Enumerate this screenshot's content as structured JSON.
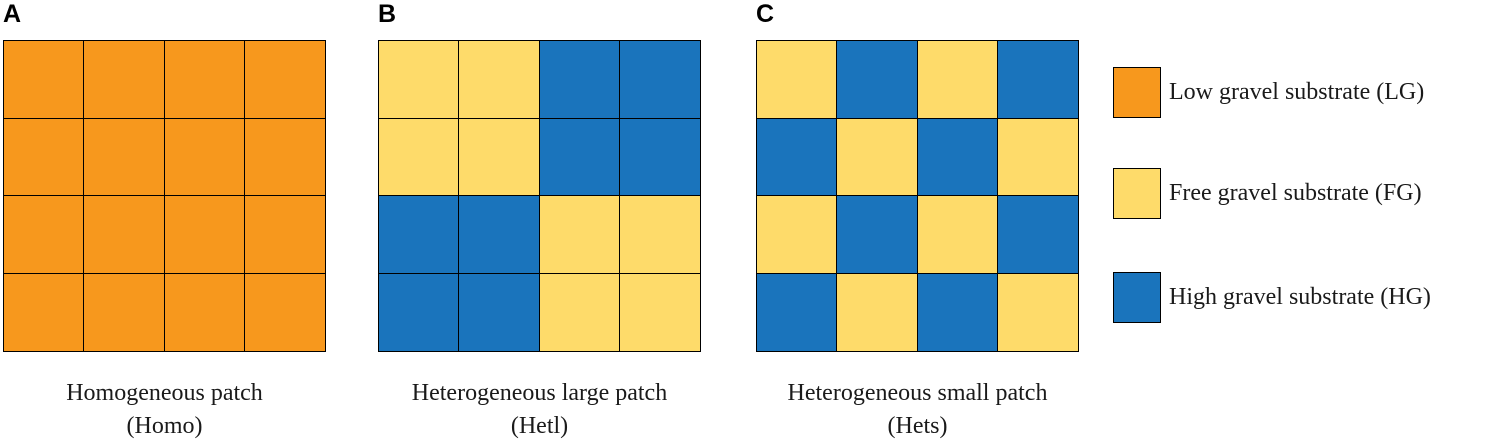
{
  "colors": {
    "LG": "#F7981D",
    "FG": "#FEDB6A",
    "HG": "#1A74BC"
  },
  "panels": [
    {
      "letter": "A",
      "caption_line1": "Homogeneous patch",
      "caption_line2": "(Homo)",
      "grid": [
        [
          "LG",
          "LG",
          "LG",
          "LG"
        ],
        [
          "LG",
          "LG",
          "LG",
          "LG"
        ],
        [
          "LG",
          "LG",
          "LG",
          "LG"
        ],
        [
          "LG",
          "LG",
          "LG",
          "LG"
        ]
      ]
    },
    {
      "letter": "B",
      "caption_line1": "Heterogeneous large patch",
      "caption_line2": "(Hetl)",
      "grid": [
        [
          "FG",
          "FG",
          "HG",
          "HG"
        ],
        [
          "FG",
          "FG",
          "HG",
          "HG"
        ],
        [
          "HG",
          "HG",
          "FG",
          "FG"
        ],
        [
          "HG",
          "HG",
          "FG",
          "FG"
        ]
      ]
    },
    {
      "letter": "C",
      "caption_line1": "Heterogeneous small patch",
      "caption_line2": "(Hets)",
      "grid": [
        [
          "FG",
          "HG",
          "FG",
          "HG"
        ],
        [
          "HG",
          "FG",
          "HG",
          "FG"
        ],
        [
          "FG",
          "HG",
          "FG",
          "HG"
        ],
        [
          "HG",
          "FG",
          "HG",
          "FG"
        ]
      ]
    }
  ],
  "legend": [
    {
      "key": "LG",
      "label": "Low gravel substrate (LG)"
    },
    {
      "key": "FG",
      "label": "Free gravel substrate (FG)"
    },
    {
      "key": "HG",
      "label": "High gravel substrate (HG)"
    }
  ]
}
